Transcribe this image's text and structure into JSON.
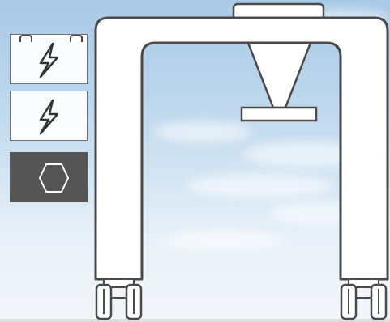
{
  "scene": {
    "background": "sky-with-clouds",
    "machine": "gantry-crane-with-hopper"
  },
  "sidebar": {
    "items": [
      {
        "icon": "lightning-bolt-icon",
        "state": "inactive"
      },
      {
        "icon": "lightning-bolt-icon",
        "state": "inactive"
      },
      {
        "icon": "hexagon-icon",
        "state": "selected"
      }
    ]
  },
  "colors": {
    "outline": "#4a4a4a",
    "panel_fill": "#ffffff",
    "selected_fill": "#555555",
    "icon_stroke": "#333333"
  }
}
